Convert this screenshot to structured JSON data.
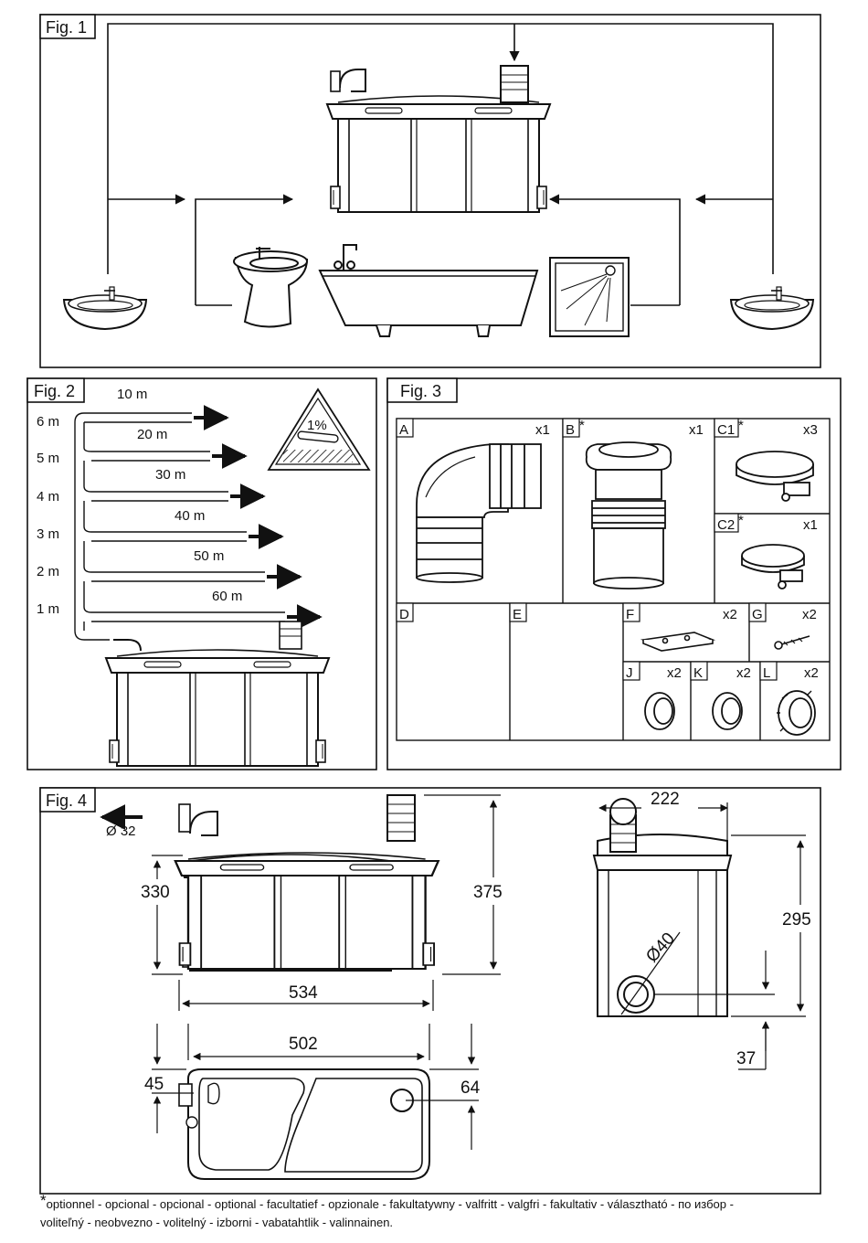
{
  "fig1": {
    "label": "Fig. 1"
  },
  "fig2": {
    "label": "Fig. 2",
    "heights": [
      "6 m",
      "5 m",
      "4 m",
      "3 m",
      "2 m",
      "1 m"
    ],
    "lengths": [
      "10 m",
      "20 m",
      "30 m",
      "40 m",
      "50 m",
      "60 m"
    ],
    "slope": "1%"
  },
  "fig3": {
    "label": "Fig. 3",
    "parts": [
      {
        "letter": "A",
        "star": "",
        "qty": "x1"
      },
      {
        "letter": "B",
        "star": "*",
        "qty": "x1"
      },
      {
        "letter": "C1",
        "star": "*",
        "qty": "x3"
      },
      {
        "letter": "C2",
        "star": "*",
        "qty": "x1"
      },
      {
        "letter": "D",
        "star": "",
        "qty": ""
      },
      {
        "letter": "E",
        "star": "",
        "qty": ""
      },
      {
        "letter": "F",
        "star": "",
        "qty": "x2"
      },
      {
        "letter": "G",
        "star": "",
        "qty": "x2"
      },
      {
        "letter": "J",
        "star": "",
        "qty": "x2"
      },
      {
        "letter": "K",
        "star": "",
        "qty": "x2"
      },
      {
        "letter": "L",
        "star": "",
        "qty": "x2"
      }
    ]
  },
  "fig4": {
    "label": "Fig. 4",
    "outlet": "Ø 32",
    "dims": {
      "h330": "330",
      "h375": "375",
      "w534": "534",
      "w222": "222",
      "d40": "Ø40",
      "h295": "295",
      "h37": "37",
      "w502": "502",
      "d45": "45",
      "d64": "64"
    }
  },
  "footnote": {
    "star": "*",
    "line1": "optionnel - opcional - opcional - optional - facultatief - opzionale - fakultatywny - valfritt - valgfri - fakultativ - választható - по избор -",
    "line2": "voliteľný - neobvezno - volitelný - izborni - vabatahtlik - valinnainen."
  },
  "colors": {
    "ink": "#111111",
    "paper": "#ffffff",
    "shade": "#d9d9d9"
  }
}
